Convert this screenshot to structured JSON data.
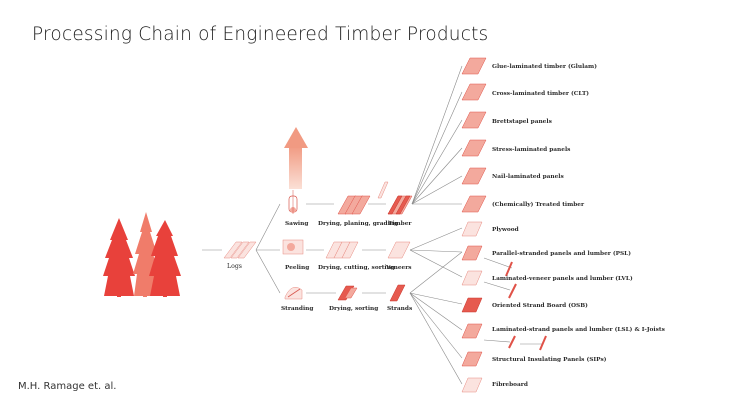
{
  "title": "Processing Chain of Engineered Timber Products",
  "credit": "M.H. Ramage et. al.",
  "stages": {
    "logs": "Logs",
    "sawing": "Sawing",
    "peeling": "Peeling",
    "stranding": "Stranding",
    "drying_planing_grading": "Drying, planing, grading",
    "drying_cutting_sorting": "Drying, cutting, sorting",
    "drying_sorting": "Drying, sorting",
    "timber": "Timber",
    "veneers": "Veneers",
    "strands": "Strands"
  },
  "products": [
    "Glue-laminated timber (Glulam)",
    "Cross-laminated timber (CLT)",
    "Brettstapel panels",
    "Stress-laminated panels",
    "Nail-laminated panels",
    "(Chemically) Treated timber",
    "Plywood",
    "Parallel-stranded panels and lumber (PSL)",
    "Laminated-veneer panels and lumber (LVL)",
    "Oriented Strand Board (OSB)",
    "Laminated-strand panels and lumber (LSL) & I-Joists",
    "Structural Insulating Panels (SIPs)",
    "Fibreboard"
  ],
  "colors": {
    "accent": "#e8413b",
    "light": "#f3a99d",
    "arrow": "#f4b4a2"
  }
}
